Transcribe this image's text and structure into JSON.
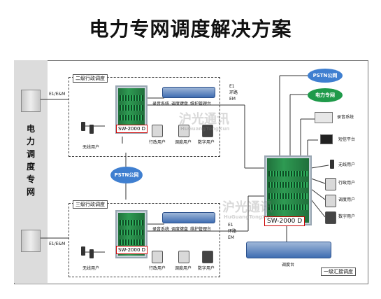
{
  "title": "电力专网调度解决方案",
  "left_label": "电\n力\n调\n度\n专\n网",
  "top_block": {
    "box_label": "二级行政调度",
    "switch_label": "SW-2000 D",
    "link_left": "E1/E&M",
    "link_right": [
      "E1",
      "环路",
      "EM"
    ],
    "labels": {
      "recording": "录音系统",
      "keyboard": "调度键盘",
      "maintenance": "维护管理台",
      "wireless": "无线用户",
      "admin": "行政用户",
      "dispatch": "调度用户",
      "digital": "数字用户"
    }
  },
  "pstn_cloud": "PSTN公网",
  "bottom_block": {
    "box_label": "三级行政调度",
    "switch_label": "SW-2000 D",
    "link_left": "E1/E&M",
    "link_right": [
      "E1",
      "环路",
      "EM"
    ],
    "labels": {
      "recording": "录音系统",
      "keyboard": "调度键盘",
      "maintenance": "维护管理台",
      "wireless": "无线用户",
      "admin": "行政用户",
      "dispatch": "调度用户",
      "digital": "数字用户"
    }
  },
  "right_block": {
    "pstn": "PSTN公网",
    "power_net": "电力专网",
    "switch_label": "SW-2000 D",
    "labels": {
      "recording": "录音系统",
      "sms": "短信平台",
      "wireless": "无线用户",
      "admin": "行政用户",
      "dispatch": "调度用户",
      "digital": "数字用户",
      "console": "调度台",
      "level1": "一级汇接调度"
    }
  },
  "watermarks": {
    "brand": "沪光通讯",
    "brand_en": "HuGuangTongXun"
  },
  "colors": {
    "cabinet": "#2e9a52",
    "pstn_cloud": "#3f7fd0",
    "power_cloud": "#1f9a4a",
    "switch_border": "#cc0000"
  }
}
